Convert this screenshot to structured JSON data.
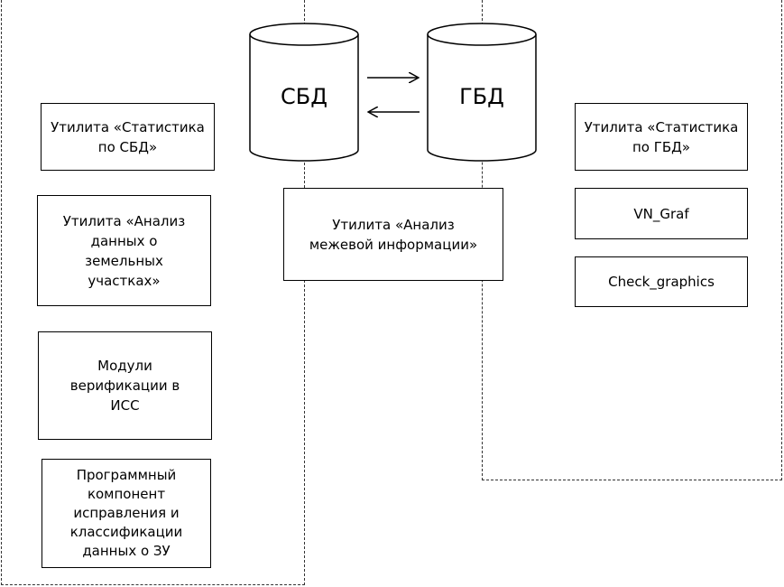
{
  "databases": {
    "sbd": {
      "label": "СБД"
    },
    "gbd": {
      "label": "ГБД"
    }
  },
  "left_group": {
    "stats_sbd": "Утилита «Статистика по СБД»",
    "land_analysis": "Утилита «Анализ данных о земельных участках»",
    "verification": "Модули верификации в ИСС",
    "fix_component": "Программный компонент исправления и классификации данных о ЗУ"
  },
  "center": {
    "boundary_analysis": "Утилита «Анализ межевой информации»"
  },
  "right_group": {
    "stats_gbd": "Утилита «Статистика по ГБД»",
    "vn_graf": "VN_Graf",
    "check_graphics": "Check_graphics"
  }
}
